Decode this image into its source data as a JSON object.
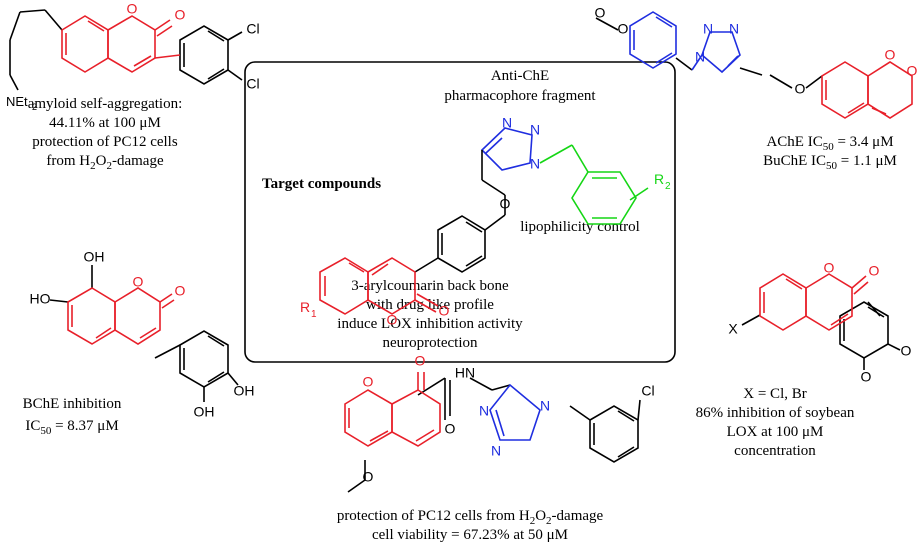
{
  "colors": {
    "coumarin": "#e8202a",
    "triazole": "#1f2ee0",
    "lipophilic": "#15d615",
    "black": "#000000"
  },
  "atoms": {
    "O": "O",
    "N": "N",
    "Cl": "Cl",
    "OH": "OH",
    "HO": "HO",
    "NEt": "NEt",
    "sub2": "2",
    "sub1": "1",
    "R": "R",
    "HN": "HN"
  },
  "center_box": {
    "anti_che_line1": "Anti-ChE",
    "anti_che_line2": "pharmacophore fragment",
    "target_compounds": "Target compounds",
    "lipophilicity": "lipophilicity control",
    "backbone_line1": "3-arylcoumarin back bone",
    "backbone_line2": "with drug like profile",
    "backbone_line3": "induce LOX inhibition activity",
    "backbone_line4": "neuroprotection"
  },
  "top_left": {
    "line1": "amyloid self-aggregation:",
    "line2": "44.11% at 100 μM",
    "line3": "protection of PC12 cells",
    "line4_pre": "from H",
    "line4_sub": "2",
    "line4_mid": "O",
    "line4_sub2": "2",
    "line4_post": "-damage"
  },
  "top_right": {
    "ache_pre": "AChE IC",
    "ache_sub": "50",
    "ache_post": " = 3.4 μM",
    "buche_pre": "BuChE IC",
    "buche_sub": "50",
    "buche_post": " = 1.1 μM"
  },
  "mid_left": {
    "line1": "BChE inhibition",
    "ic_pre": "IC",
    "ic_sub": "50",
    "ic_post": " = 8.37 μM"
  },
  "mid_right": {
    "line1": "X = Cl, Br",
    "line2": "86% inhibition of soybean",
    "line3": "LOX at 100 μM",
    "line4": "concentration",
    "x_atom": "X"
  },
  "bottom": {
    "line1_pre": "protection of PC12 cells from H",
    "line1_sub": "2",
    "line1_mid": "O",
    "line1_sub2": "2",
    "line1_post": "-damage",
    "line2": "cell viability = 67.23% at 50 μM"
  }
}
